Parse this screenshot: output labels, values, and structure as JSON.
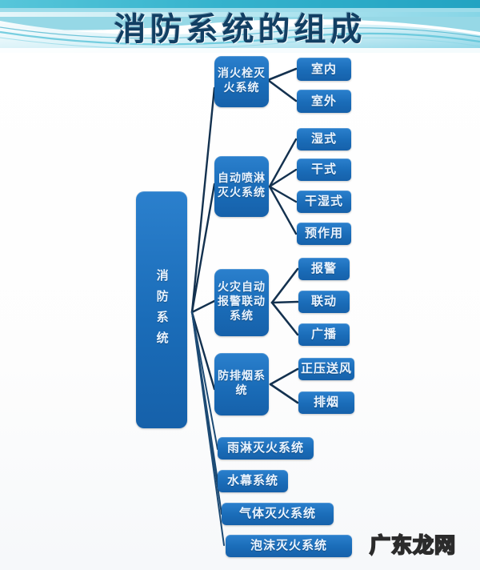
{
  "header": {
    "title": "消防系统的组成",
    "title_color": "#123f63",
    "band_colors": [
      "#27a8c4",
      "#8fd9e6",
      "#d9f1f6",
      "#ffffff"
    ]
  },
  "colors": {
    "node_fill": "#1e71c0",
    "node_fill_light": "#2b80cd",
    "node_text": "#eaf4ff",
    "connector": "#13314f",
    "page_background": "#fbfcfd"
  },
  "diagram": {
    "type": "tree",
    "root": {
      "label": "消防系统",
      "orientation": "vertical"
    },
    "branches": [
      {
        "label": "消火栓灭火系统",
        "children": [
          {
            "label": "室内"
          },
          {
            "label": "室外"
          }
        ]
      },
      {
        "label": "自动喷淋灭火系统",
        "children": [
          {
            "label": "湿式"
          },
          {
            "label": "干式"
          },
          {
            "label": "干湿式"
          },
          {
            "label": "预作用"
          }
        ]
      },
      {
        "label": "火灾自动报警联动系统",
        "children": [
          {
            "label": "报警"
          },
          {
            "label": "联动"
          },
          {
            "label": "广播"
          }
        ]
      },
      {
        "label": "防排烟系统",
        "children": [
          {
            "label": "正压送风"
          },
          {
            "label": "排烟"
          }
        ]
      },
      {
        "label": "雨淋灭火系统",
        "children": []
      },
      {
        "label": "水幕系统",
        "children": []
      },
      {
        "label": "气体灭火系统",
        "children": []
      },
      {
        "label": "泡沫灭火系统",
        "children": []
      }
    ]
  },
  "watermark": {
    "text": "广东龙网"
  }
}
